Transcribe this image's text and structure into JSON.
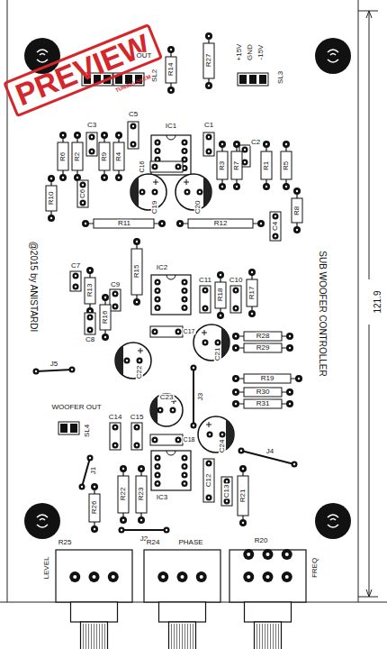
{
  "diagram": {
    "labels": [
      "PREVIEW",
      "TUNING SKEMA",
      "OUT",
      "SL2",
      "R14",
      "R27",
      "+15V",
      "GND",
      "-15V",
      "SL3",
      "IC1",
      "C5",
      "C3",
      "C1",
      "C2",
      "R6",
      "R2",
      "R9",
      "R4",
      "R3",
      "R7",
      "R1",
      "R5",
      "C16",
      "C19",
      "C20",
      "R10",
      "C6",
      "R8",
      "C4",
      "R11",
      "R12",
      "@2015 by ANISTARDI",
      "SUB WOOFER CONTROLLER",
      "121.9",
      "C7",
      "R13",
      "R15",
      "IC2",
      "C11",
      "R18",
      "C10",
      "R17",
      "C9",
      "R16",
      "C8",
      "C17",
      "C22",
      "C21",
      "R28",
      "R29",
      "J5",
      "R19",
      "C23",
      "R30",
      "R31",
      "J3",
      "WOOFER OUT",
      "SL4",
      "C14",
      "C15",
      "C18",
      "C24",
      "J1",
      "J4",
      "R22",
      "R23",
      "IC3",
      "C12",
      "C13",
      "R21",
      "R26",
      "J2",
      "R25",
      "LEVEL",
      "R24",
      "PHASE",
      "R20",
      "FREQ"
    ]
  }
}
